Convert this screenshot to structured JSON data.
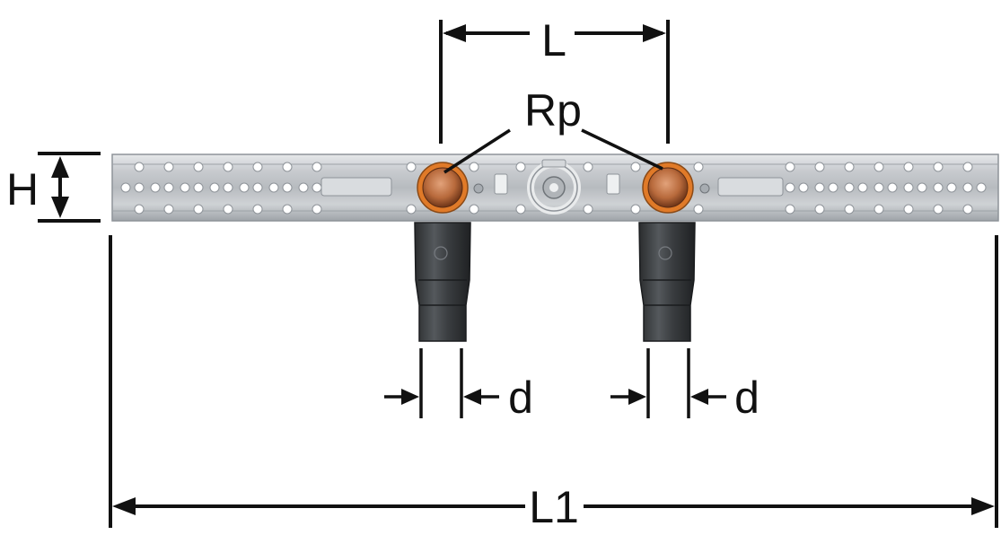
{
  "labels": {
    "L": "L",
    "Rp": "Rp",
    "H": "H",
    "d_left": "d",
    "d_right": "d",
    "L1": "L1"
  },
  "colors": {
    "dimension_line": "#111111",
    "rail_steel": "#c9ccd0",
    "rail_edge": "#8e9399",
    "copper": "#b86a3c",
    "seal": "#e2781e",
    "sleeve": "#3a3d40"
  }
}
